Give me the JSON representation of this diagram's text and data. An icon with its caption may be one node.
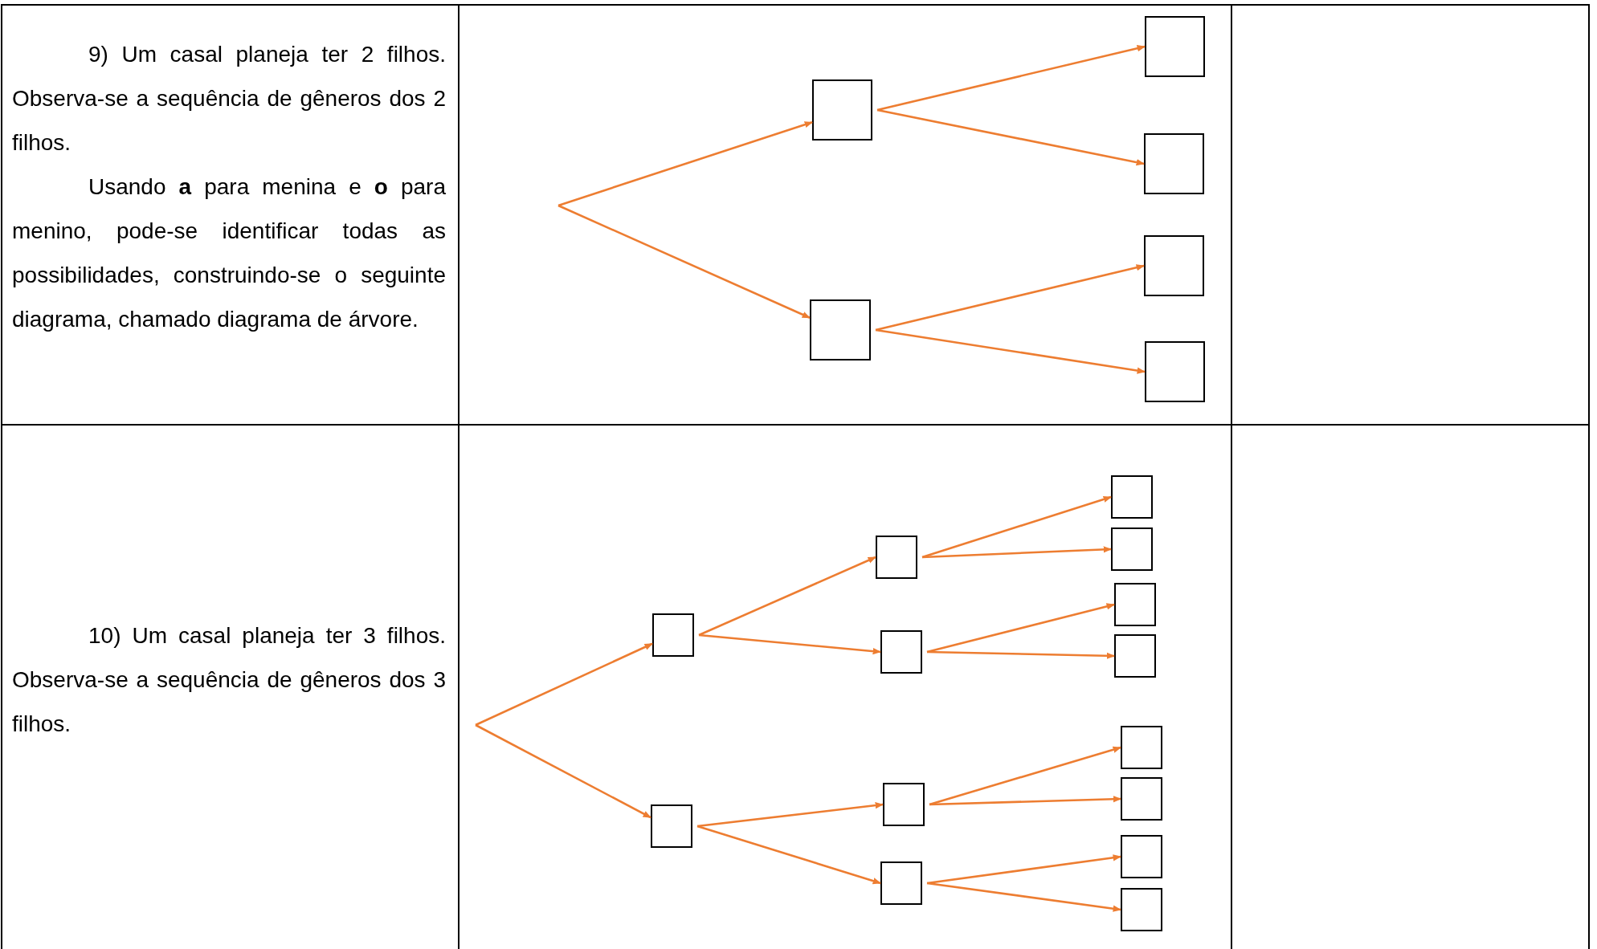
{
  "diagram": {
    "nodes": [
      {
        "text": [],
        "shape": "box"
      },
      {
        "text": [],
        "shape": "box"
      },
      {
        "text": [],
        "shape": "box"
      },
      {
        "text": [],
        "shape": "box"
      },
      {
        "text": [],
        "shape": "box"
      },
      {
        "text": [],
        "shape": "box"
      },
      {
        "text": [],
        "shape": "box"
      },
      {
        "text": [],
        "shape": "box"
      },
      {
        "text": [],
        "shape": "box"
      },
      {
        "text": [],
        "shape": "box"
      },
      {
        "text": [],
        "shape": "box"
      },
      {
        "text": [],
        "shape": "box"
      },
      {
        "text": [],
        "shape": "box"
      },
      {
        "text": [],
        "shape": "box"
      },
      {
        "text": [],
        "shape": "box"
      },
      {
        "text": [],
        "shape": "box"
      },
      {
        "text": [],
        "shape": "box"
      },
      {
        "text": [],
        "shape": "box"
      },
      {
        "text": [],
        "shape": "box"
      },
      {
        "text": [],
        "shape": "box"
      }
    ],
    "edges": [
      {
        "from": null,
        "to": 0,
        "arrow": "to"
      },
      {
        "from": null,
        "to": 1,
        "arrow": "to"
      },
      {
        "from": 0,
        "to": 2,
        "arrow": "to"
      },
      {
        "from": 0,
        "to": 3,
        "arrow": "to"
      },
      {
        "from": 1,
        "to": 4,
        "arrow": "to"
      },
      {
        "from": 1,
        "to": 5,
        "arrow": "to"
      },
      {
        "from": null,
        "to": 6,
        "arrow": "to"
      },
      {
        "from": null,
        "to": 7,
        "arrow": "to"
      },
      {
        "from": 6,
        "to": 8,
        "arrow": "to"
      },
      {
        "from": 6,
        "to": 9,
        "arrow": "to"
      },
      {
        "from": 7,
        "to": 10,
        "arrow": "to"
      },
      {
        "from": 7,
        "to": 11,
        "arrow": "to"
      },
      {
        "from": 8,
        "to": 12,
        "arrow": "to"
      },
      {
        "from": 8,
        "to": 13,
        "arrow": "to"
      },
      {
        "from": 9,
        "to": 14,
        "arrow": "to"
      },
      {
        "from": 9,
        "to": 15,
        "arrow": "to"
      },
      {
        "from": 10,
        "to": 16,
        "arrow": "to"
      },
      {
        "from": 10,
        "to": 17,
        "arrow": "to"
      },
      {
        "from": 11,
        "to": 18,
        "arrow": "to"
      },
      {
        "from": 11,
        "to": 19,
        "arrow": "to"
      }
    ],
    "labels": [
      "9) Um casal planeja ter 2 filhos. Observa-se a sequência de gêneros dos 2 filhos.",
      "Usando **a** para menina e **o** para menino, pode-se identificar todas as possibilidades, construindo-se o seguinte diagrama, chamado diagrama de árvore.",
      "10) Um casal planeja ter 3 filhos. Observa-se a sequência de gêneros dos 3 filhos."
    ]
  }
}
